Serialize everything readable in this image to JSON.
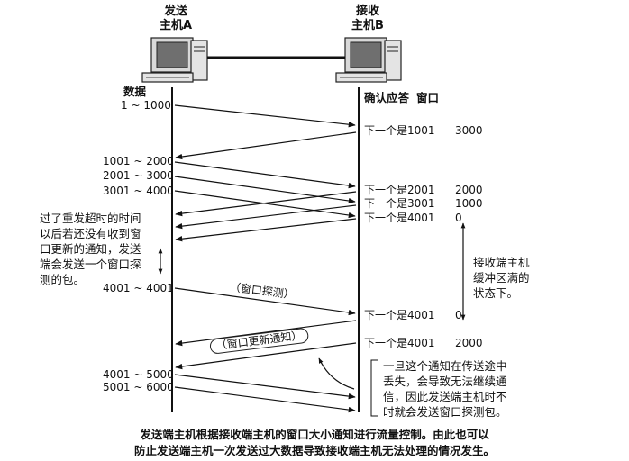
{
  "hosts": {
    "a": {
      "title": "发送主机A",
      "line1": "发送",
      "line2": "主机A"
    },
    "b": {
      "title": "接收主机B",
      "line1": "接收",
      "line2": "主机B"
    }
  },
  "headers": {
    "data": "数据",
    "ack": "确认应答",
    "window": "窗口"
  },
  "sender_labels": [
    "1 ~ 1000",
    "1001 ~ 2000",
    "2001 ~ 3000",
    "3001 ~ 4000",
    "4001 ~ 4001",
    "4001 ~ 5000",
    "5001 ~ 6000"
  ],
  "receiver_rows": [
    {
      "ack": "下一个是1001",
      "win": "3000"
    },
    {
      "ack": "下一个是2001",
      "win": "2000"
    },
    {
      "ack": "下一个是3001",
      "win": "1000"
    },
    {
      "ack": "下一个是4001",
      "win": "0"
    },
    {
      "ack": "下一个是4001",
      "win": "0"
    },
    {
      "ack": "下一个是4001",
      "win": "2000"
    }
  ],
  "left_note": [
    "过了重发超时的时间",
    "以后若还没有收到窗",
    "口更新的通知，发送",
    "端会发送一个窗口探",
    "测的包。"
  ],
  "right_note": [
    "接收端主机",
    "缓冲区满的",
    "状态下。"
  ],
  "lower_note": [
    "一旦这个通知在传送途中",
    "丢失，会导致无法继续通",
    "信，因此发送端主机时不",
    "时就会发送窗口探测包。"
  ],
  "probe_label": "（窗口探测）",
  "update_label": "（窗口更新通知）",
  "caption": [
    "发送端主机根据接收端主机的窗口大小通知进行流量控制。由此也可以",
    "防止发送端主机一次发送过大数据导致接收端主机无法处理的情况发生。"
  ]
}
